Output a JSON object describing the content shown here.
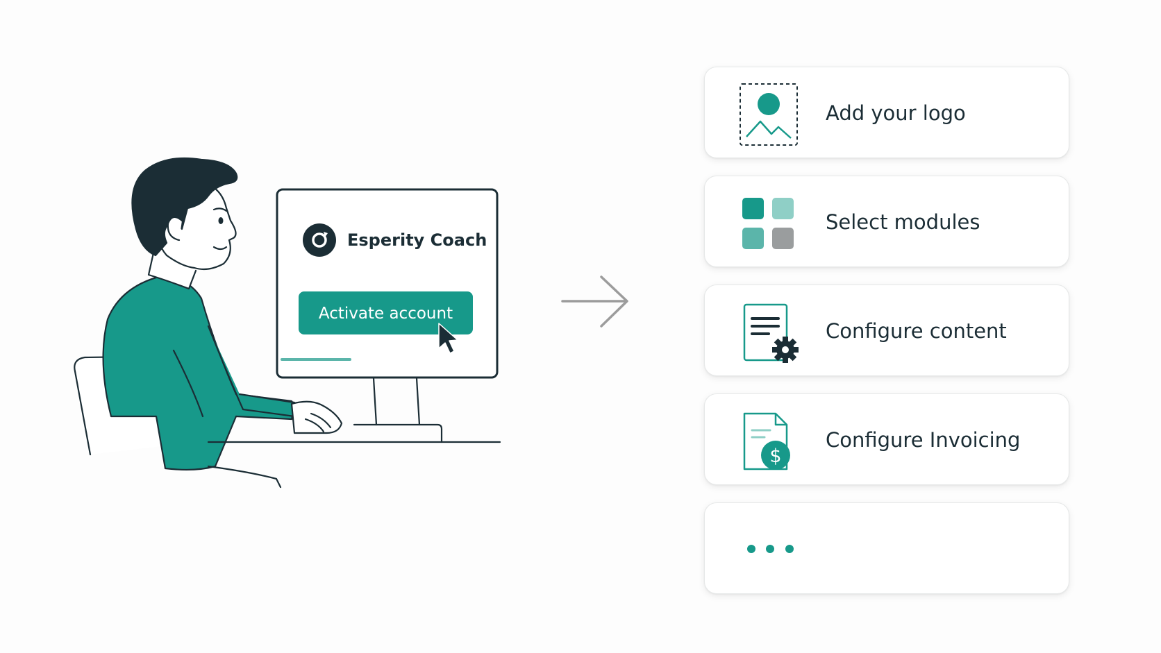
{
  "brand": {
    "name": "Esperity Coach",
    "logo_icon": "refresh-ring-icon"
  },
  "screen": {
    "activate_label": "Activate account",
    "cursor_icon": "mouse-pointer-icon"
  },
  "flow": {
    "arrow_icon": "arrow-right-icon"
  },
  "steps": [
    {
      "label": "Add your logo",
      "icon": "image-placeholder-icon"
    },
    {
      "label": "Select modules",
      "icon": "modules-grid-icon"
    },
    {
      "label": "Configure content",
      "icon": "document-gear-icon"
    },
    {
      "label": "Configure Invoicing",
      "icon": "invoice-dollar-icon"
    },
    {
      "label": "",
      "icon": "more-dots-icon"
    }
  ],
  "colors": {
    "teal": "#17998a",
    "teal_light": "#8fcfc6",
    "teal_mid": "#5bb5aa",
    "gray": "#9a9d9e",
    "ink": "#1b2d35",
    "arrow": "#9c9c9c"
  }
}
